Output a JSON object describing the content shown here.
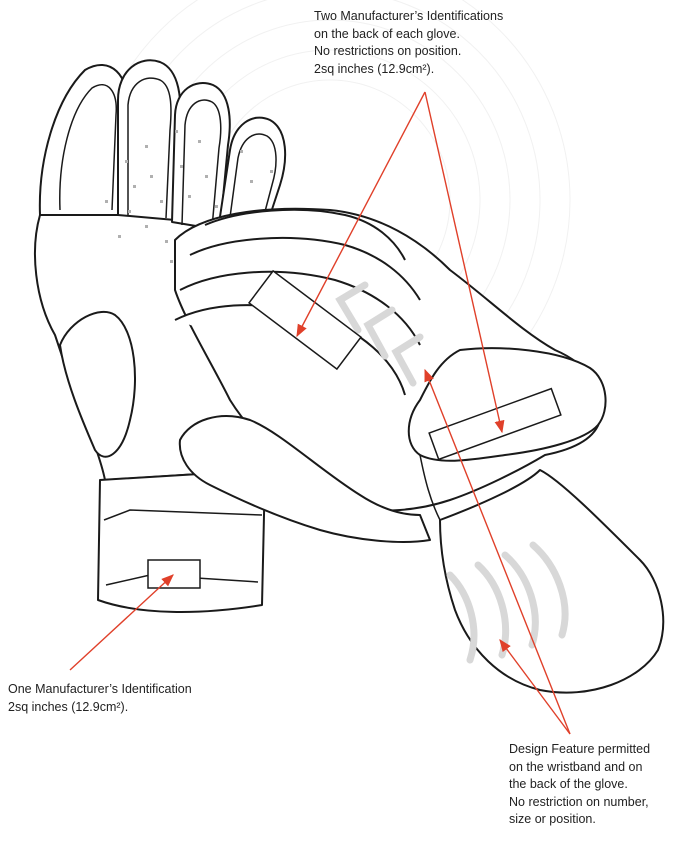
{
  "annotations": {
    "back_identifications": [
      "Two Manufacturer’s Identifications",
      "on the back of each glove.",
      "No restrictions on position.",
      "2sq inches (12.9cm²)."
    ],
    "front_identification": [
      "One Manufacturer’s Identification",
      "2sq inches (12.9cm²)."
    ],
    "design_feature": [
      "Design Feature permitted",
      "on the wristband and on",
      "the back of the glove.",
      "No restriction on number,",
      "size or position."
    ]
  },
  "colors": {
    "outline": "#1a1a1a",
    "arrow": "#e0402a",
    "chevron": "#d8d8d8",
    "background_pattern": "#f1f1f1"
  }
}
